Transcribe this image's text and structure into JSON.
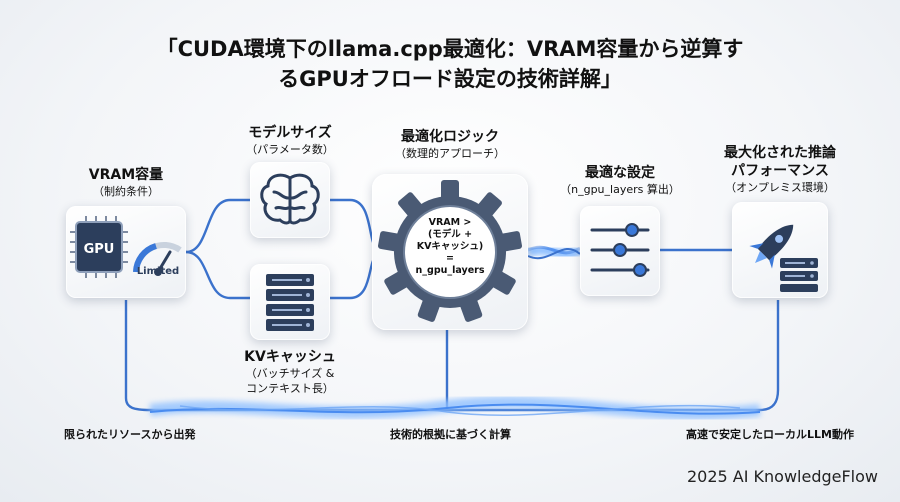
{
  "title": {
    "line1": "「CUDA環境下のllama.cpp最適化：VRAM容量から逆算す",
    "line2": "るGPUオフロード設定の技術詳解」"
  },
  "nodes": {
    "vram": {
      "title": "VRAM容量",
      "subtitle": "（制約条件）",
      "chip_label": "GPU",
      "gauge_label": "Limited"
    },
    "model_size": {
      "title": "モデルサイズ",
      "subtitle": "（パラメータ数）"
    },
    "kv_cache": {
      "title": "KVキャッシュ",
      "subtitle_line1": "（バッチサイズ &",
      "subtitle_line2": "コンテキスト長）"
    },
    "logic": {
      "title": "最適化ロジック",
      "subtitle": "（数理的アプローチ）",
      "formula_line1": "VRAM >",
      "formula_line2": "(モデル +",
      "formula_line3": "KVキャッシュ)",
      "formula_line4": "=",
      "formula_line5": "n_gpu_layers"
    },
    "settings": {
      "title": "最適な設定",
      "subtitle": "（n_gpu_layers 算出）"
    },
    "performance": {
      "title_line1": "最大化された推論",
      "title_line2": "パフォーマンス",
      "subtitle": "（オンプレミス環境）"
    }
  },
  "captions": {
    "left": "限られたリソースから出発",
    "center": "技術的根拠に基づく計算",
    "right": "高速で安定したローカルLLM動作"
  },
  "footer": "2025 AI KnowledgeFlow",
  "colors": {
    "flow_blue": "#2f6fd6",
    "glow_blue": "#8fc0ff",
    "icon_dark": "#2c3e5c",
    "accent_blue": "#3a78d8"
  }
}
